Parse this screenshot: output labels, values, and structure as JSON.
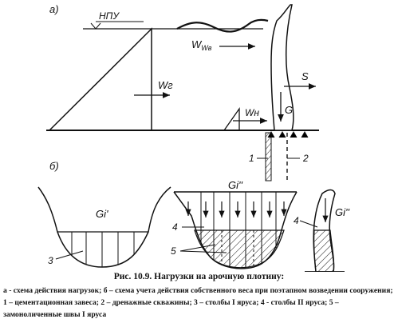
{
  "diagram_a": {
    "part_label": "а)",
    "npu_label": "НПУ",
    "wv_label": "Wв",
    "wg_label": "Wг",
    "wn_label": "Wн",
    "s_label": "S",
    "g_label": "G",
    "leader_1": "1",
    "leader_2": "2"
  },
  "diagram_b": {
    "part_label": "б)",
    "gi_prime": "Gi'",
    "gi_double": "Gi''",
    "gi_double_right": "Gi''",
    "num_3": "3",
    "num_4_mid": "4",
    "num_5": "5",
    "num_4_right": "4"
  },
  "caption": {
    "title": "Рис. 10.9. Нагрузки на арочную плотину:",
    "body": "а - схема действия нагрузок; б – схема учета действия собственного веса при поэтапном возведении сооружения; 1 – цементационная завеса; 2 – дренажные скважины; 3 – столбы I яруса; 4 - столбы II яруса; 5 – замоноличенные швы I яруса"
  },
  "colors": {
    "ink": "#111111",
    "background": "#ffffff"
  }
}
